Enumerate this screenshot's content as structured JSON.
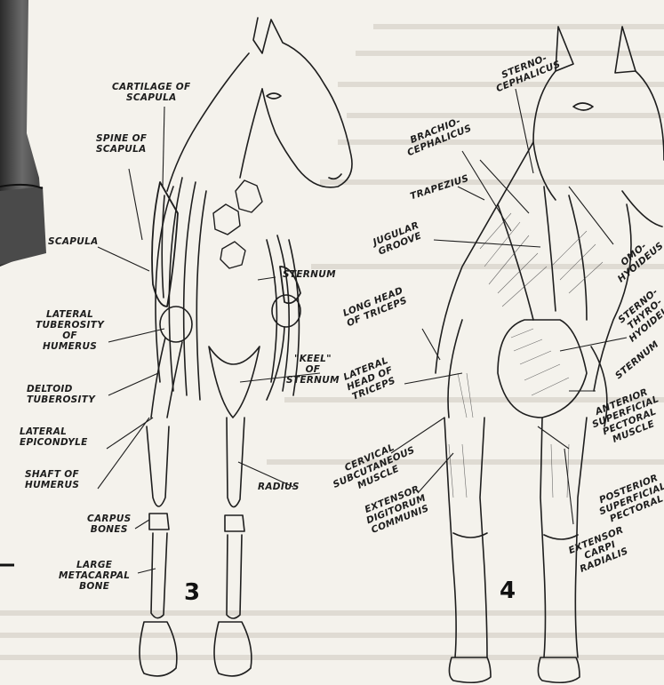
{
  "figure_numbers": {
    "left": "3",
    "right": "4"
  },
  "labels_fig3": {
    "cartilage_of_scapula": "CARTILAGE OF\nSCAPULA",
    "spine_of_scapula": "SPINE OF\nSCAPULA",
    "scapula": "SCAPULA",
    "sternum": "STERNUM",
    "lateral_tuberosity_of_humerus": "LATERAL\nTUBEROSITY\nOF\nHUMERUS",
    "keel_of_sternum": "\"KEEL\"\nOF\nSTERNUM",
    "deltoid_tuberosity": "DELTOID\nTUBEROSITY",
    "lateral_epicondyle": "LATERAL\nEPICONDYLE",
    "shaft_of_humerus": "SHAFT OF\nHUMERUS",
    "radius": "RADIUS",
    "carpus_bones": "CARPUS\nBONES",
    "large_metacarpal_bone": "LARGE\nMETACARPAL\nBONE"
  },
  "labels_fig4": {
    "sterno_cephalicus": "STERNO-\nCEPHALICUS",
    "brachio_cephalicus": "BRACHIO-\nCEPHALICUS",
    "trapezius": "TRAPEZIUS",
    "jugular_groove": "JUGULAR\nGROOVE",
    "omo_hyoideus": "OMO-\nHYOIDEUS",
    "long_head_of_triceps": "LONG HEAD\nOF TRICEPS",
    "sterno_thyro_hyoideus": "STERNO-\nTHYRO-\nHYOIDEUS",
    "sternum": "STERNUM",
    "lateral_head_of_triceps": "LATERAL\nHEAD OF\nTRICEPS",
    "anterior_superficial_pectoral_muscle": "ANTERIOR\nSUPERFICIAL\nPECTORAL\nMUSCLE",
    "cervical_subcutaneous_muscle": "CERVICAL\nSUBCUTANEOUS\nMUSCLE",
    "posterior_superficial_pectoral": "POSTERIOR\nSUPERFICIAL\nPECTORAL",
    "extensor_digitorum_communis": "EXTENSOR\nDIGITORUM\nCOMMUNIS",
    "extensor_carpi_radialis": "EXTENSOR\nCARPI\nRADIALIS"
  }
}
